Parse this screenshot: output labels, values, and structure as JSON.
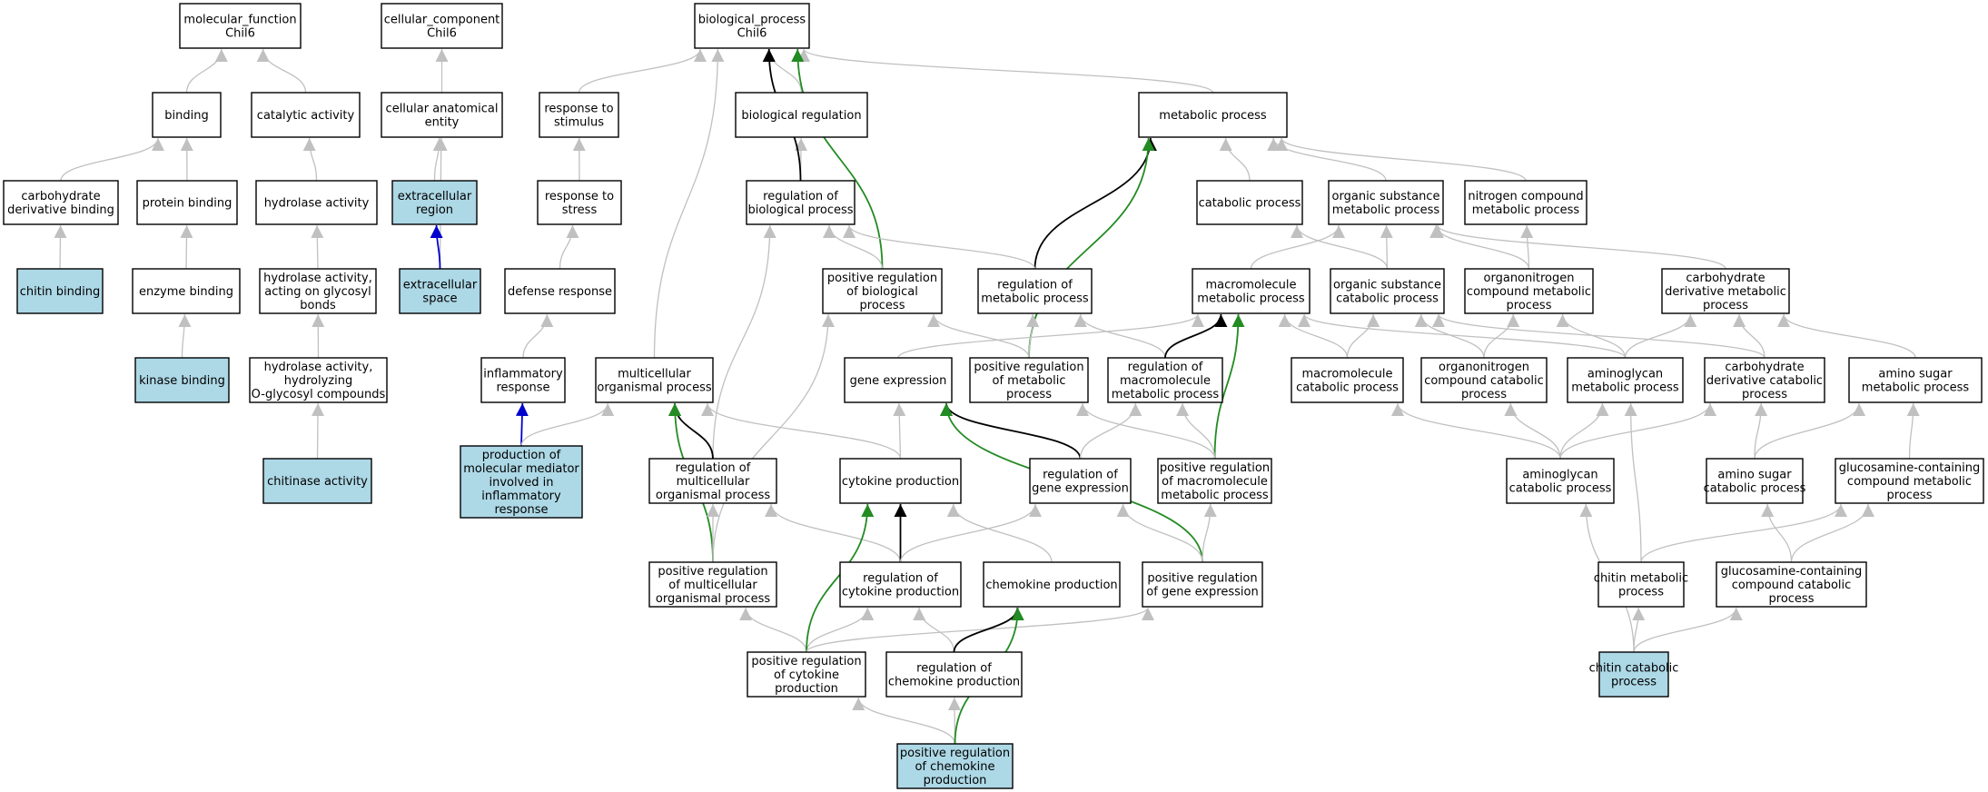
{
  "colors": {
    "plain_node": "#ffffff",
    "highlight_node": "#add8e6",
    "edge_is_a": "#c0c0c0",
    "edge_regulates": "#000000",
    "edge_pos_regulates": "#228b22",
    "edge_part_of": "#0000cd"
  },
  "nodes": [
    {
      "id": "mf",
      "lines": [
        "molecular_function",
        "Chil6"
      ],
      "hl": false
    },
    {
      "id": "cc",
      "lines": [
        "cellular_component",
        "Chil6"
      ],
      "hl": false
    },
    {
      "id": "bp",
      "lines": [
        "biological_process",
        "Chil6"
      ],
      "hl": false
    },
    {
      "id": "binding",
      "lines": [
        "binding"
      ],
      "hl": false
    },
    {
      "id": "catact",
      "lines": [
        "catalytic activity"
      ],
      "hl": false
    },
    {
      "id": "cae",
      "lines": [
        "cellular anatomical",
        "entity"
      ],
      "hl": false
    },
    {
      "id": "rstim",
      "lines": [
        "response to",
        "stimulus"
      ],
      "hl": false
    },
    {
      "id": "bioreg",
      "lines": [
        "biological regulation"
      ],
      "hl": false
    },
    {
      "id": "metab",
      "lines": [
        "metabolic process"
      ],
      "hl": false
    },
    {
      "id": "carbderivbind",
      "lines": [
        "carbohydrate",
        "derivative binding"
      ],
      "hl": false
    },
    {
      "id": "protbind",
      "lines": [
        "protein binding"
      ],
      "hl": false
    },
    {
      "id": "hydact",
      "lines": [
        "hydrolase activity"
      ],
      "hl": false
    },
    {
      "id": "extreg",
      "lines": [
        "extracellular",
        "region"
      ],
      "hl": true
    },
    {
      "id": "rstress",
      "lines": [
        "response to",
        "stress"
      ],
      "hl": false
    },
    {
      "id": "regbp",
      "lines": [
        "regulation of",
        "biological process"
      ],
      "hl": false
    },
    {
      "id": "catab",
      "lines": [
        "catabolic process"
      ],
      "hl": false
    },
    {
      "id": "osmp",
      "lines": [
        "organic substance",
        "metabolic process"
      ],
      "hl": false
    },
    {
      "id": "ncmp",
      "lines": [
        "nitrogen compound",
        "metabolic process"
      ],
      "hl": false
    },
    {
      "id": "chitinbind",
      "lines": [
        "chitin binding"
      ],
      "hl": true
    },
    {
      "id": "enzbind",
      "lines": [
        "enzyme binding"
      ],
      "hl": false
    },
    {
      "id": "hydgly",
      "lines": [
        "hydrolase activity,",
        "acting on glycosyl",
        "bonds"
      ],
      "hl": false
    },
    {
      "id": "extspace",
      "lines": [
        "extracellular",
        "space"
      ],
      "hl": true
    },
    {
      "id": "defresp",
      "lines": [
        "defense response"
      ],
      "hl": false
    },
    {
      "id": "posregbp",
      "lines": [
        "positive regulation",
        "of biological",
        "process"
      ],
      "hl": false
    },
    {
      "id": "regmp",
      "lines": [
        "regulation of",
        "metabolic process"
      ],
      "hl": false
    },
    {
      "id": "mmp",
      "lines": [
        "macromolecule",
        "metabolic process"
      ],
      "hl": false
    },
    {
      "id": "oscp",
      "lines": [
        "organic substance",
        "catabolic process"
      ],
      "hl": false
    },
    {
      "id": "oncmp",
      "lines": [
        "organonitrogen",
        "compound metabolic",
        "process"
      ],
      "hl": false
    },
    {
      "id": "cdmp",
      "lines": [
        "carbohydrate",
        "derivative metabolic",
        "process"
      ],
      "hl": false
    },
    {
      "id": "kinbind",
      "lines": [
        "kinase binding"
      ],
      "hl": true
    },
    {
      "id": "hydoglyc",
      "lines": [
        "hydrolase activity,",
        "hydrolyzing",
        "O-glycosyl compounds"
      ],
      "hl": false
    },
    {
      "id": "inflresp",
      "lines": [
        "inflammatory",
        "response"
      ],
      "hl": false
    },
    {
      "id": "mcop",
      "lines": [
        "multicellular",
        "organismal process"
      ],
      "hl": false
    },
    {
      "id": "geneexp",
      "lines": [
        "gene expression"
      ],
      "hl": false
    },
    {
      "id": "posregmp",
      "lines": [
        "positive regulation",
        "of metabolic",
        "process"
      ],
      "hl": false
    },
    {
      "id": "regmmp",
      "lines": [
        "regulation of",
        "macromolecule",
        "metabolic process"
      ],
      "hl": false
    },
    {
      "id": "mcp",
      "lines": [
        "macromolecule",
        "catabolic process"
      ],
      "hl": false
    },
    {
      "id": "onccp",
      "lines": [
        "organonitrogen",
        "compound catabolic",
        "process"
      ],
      "hl": false
    },
    {
      "id": "agmp",
      "lines": [
        "aminoglycan",
        "metabolic process"
      ],
      "hl": false
    },
    {
      "id": "cdcp",
      "lines": [
        "carbohydrate",
        "derivative catabolic",
        "process"
      ],
      "hl": false
    },
    {
      "id": "asmp",
      "lines": [
        "amino sugar",
        "metabolic process"
      ],
      "hl": false
    },
    {
      "id": "chitinact",
      "lines": [
        "chitinase activity"
      ],
      "hl": true
    },
    {
      "id": "prodmm",
      "lines": [
        "production of",
        "molecular mediator",
        "involved in",
        "inflammatory",
        "response"
      ],
      "hl": true
    },
    {
      "id": "regmcop",
      "lines": [
        "regulation of",
        "multicellular",
        "organismal process"
      ],
      "hl": false
    },
    {
      "id": "cytprod",
      "lines": [
        "cytokine production"
      ],
      "hl": false
    },
    {
      "id": "reggeneexp",
      "lines": [
        "regulation of",
        "gene expression"
      ],
      "hl": false
    },
    {
      "id": "posregmmp",
      "lines": [
        "positive regulation",
        "of macromolecule",
        "metabolic process"
      ],
      "hl": false
    },
    {
      "id": "agcp",
      "lines": [
        "aminoglycan",
        "catabolic process"
      ],
      "hl": false
    },
    {
      "id": "ascp",
      "lines": [
        "amino sugar",
        "catabolic process"
      ],
      "hl": false
    },
    {
      "id": "glcmp",
      "lines": [
        "glucosamine-containing",
        "compound metabolic",
        "process"
      ],
      "hl": false
    },
    {
      "id": "posregmcop",
      "lines": [
        "positive regulation",
        "of multicellular",
        "organismal process"
      ],
      "hl": false
    },
    {
      "id": "regcytprod",
      "lines": [
        "regulation of",
        "cytokine production"
      ],
      "hl": false
    },
    {
      "id": "chemprod",
      "lines": [
        "chemokine production"
      ],
      "hl": false
    },
    {
      "id": "posreggeneexp",
      "lines": [
        "positive regulation",
        "of gene expression"
      ],
      "hl": false
    },
    {
      "id": "chitinmp",
      "lines": [
        "chitin metabolic",
        "process"
      ],
      "hl": false
    },
    {
      "id": "glccp",
      "lines": [
        "glucosamine-containing",
        "compound catabolic",
        "process"
      ],
      "hl": false
    },
    {
      "id": "posregcyt",
      "lines": [
        "positive regulation",
        "of cytokine",
        "production"
      ],
      "hl": false
    },
    {
      "id": "regchem",
      "lines": [
        "regulation of",
        "chemokine production"
      ],
      "hl": false
    },
    {
      "id": "chitincp",
      "lines": [
        "chitin catabolic",
        "process"
      ],
      "hl": true
    },
    {
      "id": "posregchem",
      "lines": [
        "positive regulation",
        "of chemokine",
        "production"
      ],
      "hl": true
    }
  ],
  "edges": [
    {
      "from": "binding",
      "to": "mf",
      "type": "is_a"
    },
    {
      "from": "catact",
      "to": "mf",
      "type": "is_a"
    },
    {
      "from": "cae",
      "to": "cc",
      "type": "is_a"
    },
    {
      "from": "rstim",
      "to": "bp",
      "type": "is_a"
    },
    {
      "from": "bioreg",
      "to": "bp",
      "type": "is_a"
    },
    {
      "from": "metab",
      "to": "bp",
      "type": "is_a"
    },
    {
      "from": "mcop",
      "to": "bp",
      "type": "is_a"
    },
    {
      "from": "carbderivbind",
      "to": "binding",
      "type": "is_a"
    },
    {
      "from": "protbind",
      "to": "binding",
      "type": "is_a"
    },
    {
      "from": "hydact",
      "to": "catact",
      "type": "is_a"
    },
    {
      "from": "extreg",
      "to": "cae",
      "type": "is_a"
    },
    {
      "from": "extspace",
      "to": "cae",
      "type": "is_a"
    },
    {
      "from": "rstress",
      "to": "rstim",
      "type": "is_a"
    },
    {
      "from": "regbp",
      "to": "bioreg",
      "type": "is_a"
    },
    {
      "from": "regbp",
      "to": "bp",
      "type": "regulates"
    },
    {
      "from": "posregbp",
      "to": "bp",
      "type": "positively_regulates"
    },
    {
      "from": "catab",
      "to": "metab",
      "type": "is_a"
    },
    {
      "from": "osmp",
      "to": "metab",
      "type": "is_a"
    },
    {
      "from": "ncmp",
      "to": "metab",
      "type": "is_a"
    },
    {
      "from": "regmp",
      "to": "metab",
      "type": "regulates"
    },
    {
      "from": "posregmp",
      "to": "metab",
      "type": "positively_regulates"
    },
    {
      "from": "chitinbind",
      "to": "carbderivbind",
      "type": "is_a"
    },
    {
      "from": "enzbind",
      "to": "protbind",
      "type": "is_a"
    },
    {
      "from": "hydgly",
      "to": "hydact",
      "type": "is_a"
    },
    {
      "from": "extspace",
      "to": "extreg",
      "type": "part_of"
    },
    {
      "from": "defresp",
      "to": "rstress",
      "type": "is_a"
    },
    {
      "from": "posregbp",
      "to": "regbp",
      "type": "is_a"
    },
    {
      "from": "regmp",
      "to": "regbp",
      "type": "is_a"
    },
    {
      "from": "regmcop",
      "to": "regbp",
      "type": "is_a"
    },
    {
      "from": "mmp",
      "to": "osmp",
      "type": "is_a"
    },
    {
      "from": "oscp",
      "to": "osmp",
      "type": "is_a"
    },
    {
      "from": "oscp",
      "to": "catab",
      "type": "is_a"
    },
    {
      "from": "oncmp",
      "to": "osmp",
      "type": "is_a"
    },
    {
      "from": "oncmp",
      "to": "ncmp",
      "type": "is_a"
    },
    {
      "from": "cdmp",
      "to": "osmp",
      "type": "is_a"
    },
    {
      "from": "kinbind",
      "to": "enzbind",
      "type": "is_a"
    },
    {
      "from": "hydoglyc",
      "to": "hydgly",
      "type": "is_a"
    },
    {
      "from": "inflresp",
      "to": "defresp",
      "type": "is_a"
    },
    {
      "from": "geneexp",
      "to": "mmp",
      "type": "is_a"
    },
    {
      "from": "posregmp",
      "to": "posregbp",
      "type": "is_a"
    },
    {
      "from": "posregmp",
      "to": "regmp",
      "type": "is_a"
    },
    {
      "from": "posregmcop",
      "to": "posregbp",
      "type": "is_a"
    },
    {
      "from": "regmmp",
      "to": "regmp",
      "type": "is_a"
    },
    {
      "from": "regmmp",
      "to": "mmp",
      "type": "regulates"
    },
    {
      "from": "posregmmp",
      "to": "mmp",
      "type": "positively_regulates"
    },
    {
      "from": "mcp",
      "to": "mmp",
      "type": "is_a"
    },
    {
      "from": "mcp",
      "to": "oscp",
      "type": "is_a"
    },
    {
      "from": "onccp",
      "to": "oscp",
      "type": "is_a"
    },
    {
      "from": "onccp",
      "to": "oncmp",
      "type": "is_a"
    },
    {
      "from": "agmp",
      "to": "mmp",
      "type": "is_a"
    },
    {
      "from": "agmp",
      "to": "oncmp",
      "type": "is_a"
    },
    {
      "from": "agmp",
      "to": "cdmp",
      "type": "is_a"
    },
    {
      "from": "cdcp",
      "to": "oscp",
      "type": "is_a"
    },
    {
      "from": "cdcp",
      "to": "cdmp",
      "type": "is_a"
    },
    {
      "from": "asmp",
      "to": "cdmp",
      "type": "is_a"
    },
    {
      "from": "chitinact",
      "to": "hydoglyc",
      "type": "is_a"
    },
    {
      "from": "prodmm",
      "to": "inflresp",
      "type": "part_of"
    },
    {
      "from": "prodmm",
      "to": "mcop",
      "type": "is_a"
    },
    {
      "from": "regmcop",
      "to": "mcop",
      "type": "regulates"
    },
    {
      "from": "posregmcop",
      "to": "mcop",
      "type": "positively_regulates"
    },
    {
      "from": "cytprod",
      "to": "mcop",
      "type": "is_a"
    },
    {
      "from": "cytprod",
      "to": "geneexp",
      "type": "is_a"
    },
    {
      "from": "reggeneexp",
      "to": "geneexp",
      "type": "regulates"
    },
    {
      "from": "reggeneexp",
      "to": "regmmp",
      "type": "is_a"
    },
    {
      "from": "posreggeneexp",
      "to": "geneexp",
      "type": "positively_regulates"
    },
    {
      "from": "posregmmp",
      "to": "posregmp",
      "type": "is_a"
    },
    {
      "from": "posregmmp",
      "to": "regmmp",
      "type": "is_a"
    },
    {
      "from": "agcp",
      "to": "mcp",
      "type": "is_a"
    },
    {
      "from": "agcp",
      "to": "onccp",
      "type": "is_a"
    },
    {
      "from": "agcp",
      "to": "agmp",
      "type": "is_a"
    },
    {
      "from": "agcp",
      "to": "cdcp",
      "type": "is_a"
    },
    {
      "from": "ascp",
      "to": "cdcp",
      "type": "is_a"
    },
    {
      "from": "ascp",
      "to": "asmp",
      "type": "is_a"
    },
    {
      "from": "glcmp",
      "to": "asmp",
      "type": "is_a"
    },
    {
      "from": "posregmcop",
      "to": "regmcop",
      "type": "is_a"
    },
    {
      "from": "regcytprod",
      "to": "regmcop",
      "type": "is_a"
    },
    {
      "from": "regcytprod",
      "to": "cytprod",
      "type": "regulates"
    },
    {
      "from": "regcytprod",
      "to": "reggeneexp",
      "type": "is_a"
    },
    {
      "from": "chemprod",
      "to": "cytprod",
      "type": "is_a"
    },
    {
      "from": "posreggeneexp",
      "to": "reggeneexp",
      "type": "is_a"
    },
    {
      "from": "posreggeneexp",
      "to": "posregmmp",
      "type": "is_a"
    },
    {
      "from": "chitinmp",
      "to": "agmp",
      "type": "is_a"
    },
    {
      "from": "chitinmp",
      "to": "glcmp",
      "type": "is_a"
    },
    {
      "from": "glccp",
      "to": "ascp",
      "type": "is_a"
    },
    {
      "from": "glccp",
      "to": "glcmp",
      "type": "is_a"
    },
    {
      "from": "posregcyt",
      "to": "posregmcop",
      "type": "is_a"
    },
    {
      "from": "posregcyt",
      "to": "regcytprod",
      "type": "is_a"
    },
    {
      "from": "posregcyt",
      "to": "cytprod",
      "type": "positively_regulates"
    },
    {
      "from": "posregcyt",
      "to": "posreggeneexp",
      "type": "is_a"
    },
    {
      "from": "regchem",
      "to": "regcytprod",
      "type": "is_a"
    },
    {
      "from": "regchem",
      "to": "chemprod",
      "type": "regulates"
    },
    {
      "from": "chitincp",
      "to": "agcp",
      "type": "is_a"
    },
    {
      "from": "chitincp",
      "to": "chitinmp",
      "type": "is_a"
    },
    {
      "from": "chitincp",
      "to": "glccp",
      "type": "is_a"
    },
    {
      "from": "posregchem",
      "to": "posregcyt",
      "type": "is_a"
    },
    {
      "from": "posregchem",
      "to": "regchem",
      "type": "is_a"
    },
    {
      "from": "posregchem",
      "to": "chemprod",
      "type": "positively_regulates"
    }
  ]
}
